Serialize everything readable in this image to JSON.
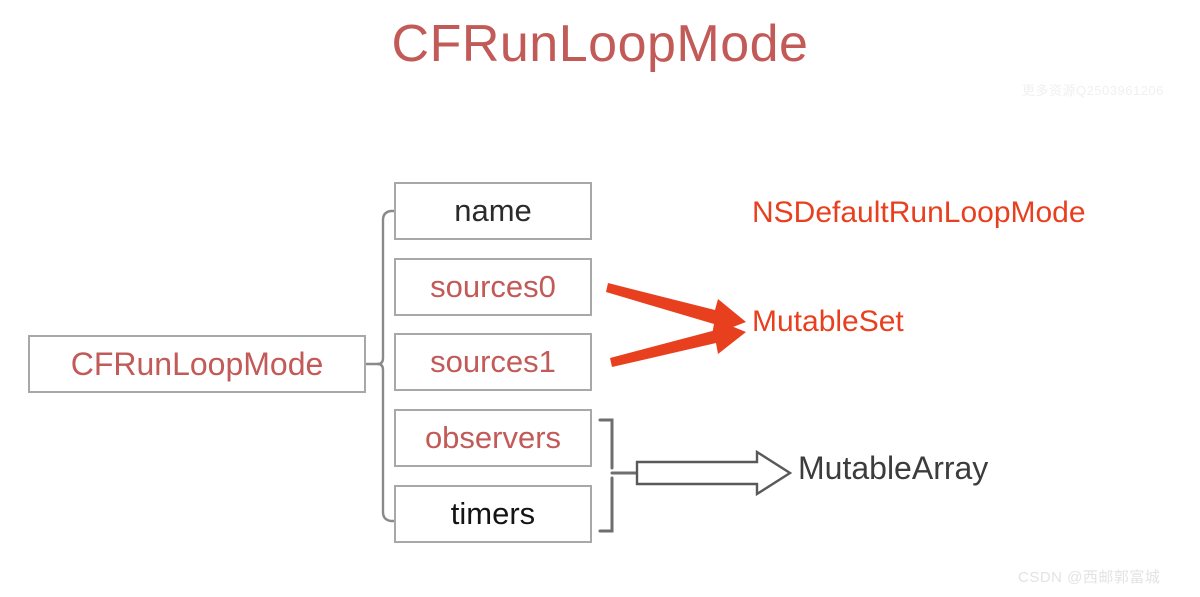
{
  "diagram": {
    "title": "CFRunLoopMode",
    "root": {
      "label": "CFRunLoopMode"
    },
    "fields": [
      {
        "label": "name",
        "color": "#2b2b2b"
      },
      {
        "label": "sources0",
        "color": "#c25a58"
      },
      {
        "label": "sources1",
        "color": "#c25a58"
      },
      {
        "label": "observers",
        "color": "#c25a58"
      },
      {
        "label": "timers",
        "color": "#141414"
      }
    ],
    "annotations": [
      {
        "label": "NSDefaultRunLoopMode",
        "color": "#e8401f",
        "target": "name"
      },
      {
        "label": "MutableSet",
        "color": "#e8401f",
        "target": "sources0, sources1"
      },
      {
        "label": "MutableArray",
        "color": "#3c3c3c",
        "target": "observers, timers"
      }
    ]
  },
  "colors": {
    "title": "#c25a58",
    "box_border": "#a8a8a8",
    "box_text_red": "#c25a58",
    "box_text_dark": "#2b2b2b",
    "arrow_red": "#e8401f",
    "arrow_outline": "#595959",
    "bracket": "#8a8a8a",
    "background": "#ffffff"
  },
  "watermarks": {
    "top_right": "更多资源Q2503961206",
    "bottom_right": "CSDN @西邮郭富城"
  }
}
